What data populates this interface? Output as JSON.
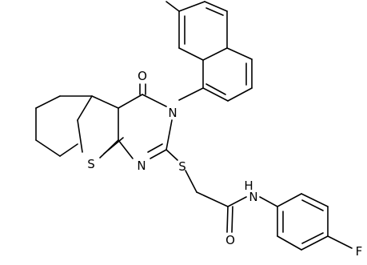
{
  "atoms": {
    "oxygen_carbonyl_top": "O",
    "nitrogen_ring_3": "N",
    "sulfur_thiophene": "S",
    "nitrogen_ring_1": "N",
    "sulfur_thioether": "S",
    "nitrogen_amide": "N",
    "hydrogen_amide": "H",
    "oxygen_amide": "O",
    "fluorine": "F"
  },
  "colors": {
    "bond": "#000000",
    "label": "#000000",
    "background": "#ffffff"
  }
}
